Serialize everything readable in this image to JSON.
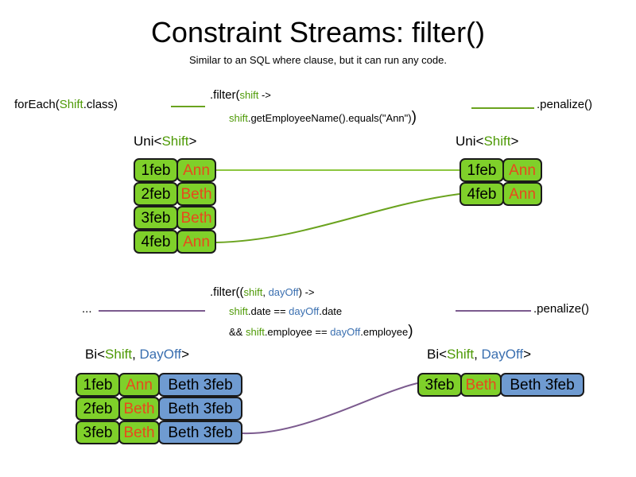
{
  "slide": {
    "title": "Constraint Streams: filter()",
    "subtitle": "Similar to an SQL where clause, but it can run any code."
  },
  "colors": {
    "green_fill": "#7fd02a",
    "blue_fill": "#6f9bd1",
    "box_border": "#1a1a1a",
    "name_text": "#e8491d",
    "shift_keyword": "#4e9a06",
    "dayoff_keyword": "#3a6fb0",
    "green_wire": "#6aa31e",
    "purple_wire": "#7b5a8e",
    "background": "#ffffff"
  },
  "uni_section": {
    "source_call": {
      "prefix": "forEach(",
      "type": "Shift",
      "suffix": ".class)"
    },
    "filter": {
      "line1_prefix": ".filter(",
      "line1_param": "shift",
      "line1_arrow": " ->",
      "line2_var": "shift",
      "line2_body": ".getEmployeeName().equals(\"Ann\")",
      "line2_close": ")"
    },
    "terminal_call": ".penalize()",
    "input_stream": {
      "label_prefix": "Uni<",
      "label_type": "Shift",
      "label_suffix": ">",
      "rows": [
        {
          "date": "1feb",
          "name": "Ann"
        },
        {
          "date": "2feb",
          "name": "Beth"
        },
        {
          "date": "3feb",
          "name": "Beth"
        },
        {
          "date": "4feb",
          "name": "Ann"
        }
      ]
    },
    "output_stream": {
      "label_prefix": "Uni<",
      "label_type": "Shift",
      "label_suffix": ">",
      "rows": [
        {
          "date": "1feb",
          "name": "Ann"
        },
        {
          "date": "4feb",
          "name": "Ann"
        }
      ]
    }
  },
  "bi_section": {
    "source_call": "...",
    "filter": {
      "line1_prefix": ".filter((",
      "line1_param1": "shift",
      "line1_comma": ", ",
      "line1_param2": "dayOff",
      "line1_arrow": ") ->",
      "line2_var1": "shift",
      "line2_mid": ".date == ",
      "line2_var2": "dayOff",
      "line2_end": ".date",
      "line3_and": "&& ",
      "line3_var1": "shift",
      "line3_mid": ".employee == ",
      "line3_var2": "dayOff",
      "line3_end": ".employee",
      "line3_close": ")"
    },
    "terminal_call": ".penalize()",
    "input_stream": {
      "label_prefix": "Bi<",
      "label_type1": "Shift",
      "label_comma": ", ",
      "label_type2": "DayOff",
      "label_suffix": ">",
      "rows": [
        {
          "date": "1feb",
          "name": "Ann",
          "pair": "Beth 3feb"
        },
        {
          "date": "2feb",
          "name": "Beth",
          "pair": "Beth 3feb"
        },
        {
          "date": "3feb",
          "name": "Beth",
          "pair": "Beth 3feb"
        }
      ]
    },
    "output_stream": {
      "label_prefix": "Bi<",
      "label_type1": "Shift",
      "label_comma": ", ",
      "label_type2": "DayOff",
      "label_suffix": ">",
      "rows": [
        {
          "date": "3feb",
          "name": "Beth",
          "pair": "Beth 3feb"
        }
      ]
    }
  }
}
